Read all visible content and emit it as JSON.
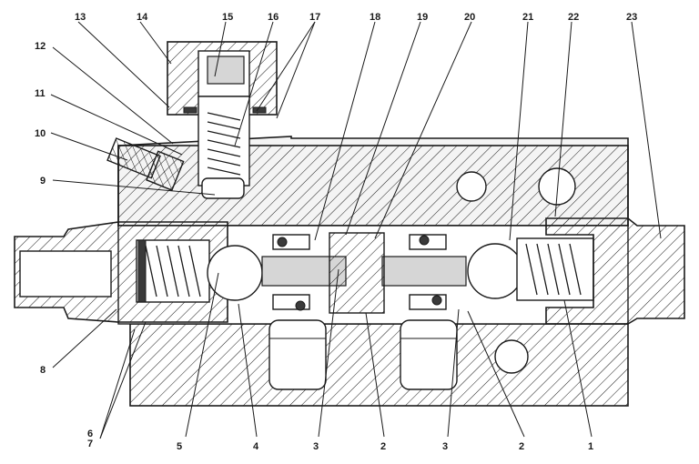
{
  "callouts_top": [
    {
      "id": "13",
      "label": "13"
    },
    {
      "id": "14",
      "label": "14"
    },
    {
      "id": "15",
      "label": "15"
    },
    {
      "id": "16",
      "label": "16"
    },
    {
      "id": "17",
      "label": "17"
    },
    {
      "id": "18",
      "label": "18"
    },
    {
      "id": "19",
      "label": "19"
    },
    {
      "id": "20",
      "label": "20"
    },
    {
      "id": "21",
      "label": "21"
    },
    {
      "id": "22",
      "label": "22"
    },
    {
      "id": "23",
      "label": "23"
    }
  ],
  "callouts_left": [
    {
      "id": "12",
      "label": "12"
    },
    {
      "id": "11",
      "label": "11"
    },
    {
      "id": "10",
      "label": "10"
    },
    {
      "id": "9",
      "label": "9"
    },
    {
      "id": "8",
      "label": "8"
    },
    {
      "id": "6",
      "label": "6"
    },
    {
      "id": "7",
      "label": "7"
    }
  ],
  "callouts_bottom": [
    {
      "id": "5",
      "label": "5"
    },
    {
      "id": "4",
      "label": "4"
    },
    {
      "id": "3a",
      "label": "3"
    },
    {
      "id": "2a",
      "label": "2"
    },
    {
      "id": "3b",
      "label": "3"
    },
    {
      "id": "2b",
      "label": "2"
    },
    {
      "id": "1",
      "label": "1"
    }
  ]
}
